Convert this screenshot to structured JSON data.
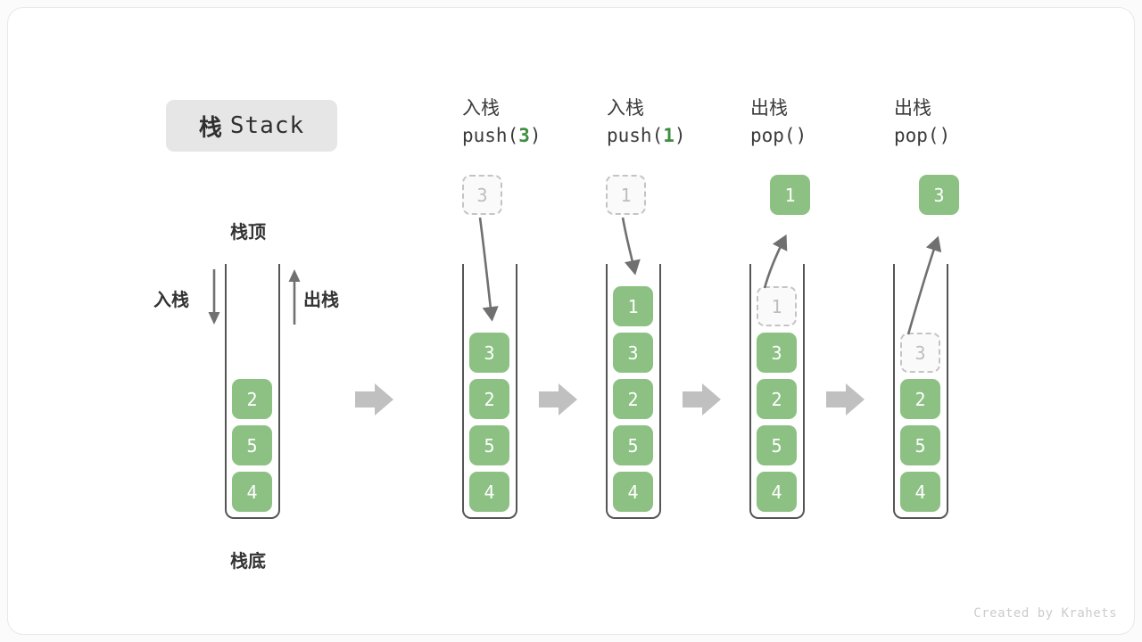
{
  "card": {
    "background": "#ffffff",
    "border_color": "#e8e8e8"
  },
  "title": {
    "cn": "栈",
    "en": "Stack",
    "badge_bg": "#e6e6e6"
  },
  "colors": {
    "cell_green": "#8cc183",
    "cell_text": "#ffffff",
    "ghost_border": "#c4c4c4",
    "ghost_text": "#bdbdbd",
    "frame_line": "#555555",
    "arrow_grey": "#c0c0c0",
    "motion_arrow": "#707070",
    "accent_green": "#3e8e41"
  },
  "left_stack": {
    "top_label": "栈顶",
    "bottom_label": "栈底",
    "push_label": "入栈",
    "pop_label": "出栈",
    "push_arrow_icon": "arrow-down-icon",
    "pop_arrow_icon": "arrow-up-icon",
    "cells": [
      "2",
      "5",
      "4"
    ]
  },
  "steps": [
    {
      "id": "push-3",
      "op_cn": "入栈",
      "fn_prefix": "push(",
      "fn_arg": "3",
      "fn_suffix": ")",
      "external_cell": {
        "value": "3",
        "style": "ghost",
        "position": "above"
      },
      "motion": "down-into-stack",
      "cells": [
        {
          "value": "3",
          "style": "solid"
        },
        {
          "value": "2",
          "style": "solid"
        },
        {
          "value": "5",
          "style": "solid"
        },
        {
          "value": "4",
          "style": "solid"
        }
      ]
    },
    {
      "id": "push-1",
      "op_cn": "入栈",
      "fn_prefix": "push(",
      "fn_arg": "1",
      "fn_suffix": ")",
      "external_cell": {
        "value": "1",
        "style": "ghost",
        "position": "above"
      },
      "motion": "down-into-stack",
      "cells": [
        {
          "value": "1",
          "style": "solid"
        },
        {
          "value": "3",
          "style": "solid"
        },
        {
          "value": "2",
          "style": "solid"
        },
        {
          "value": "5",
          "style": "solid"
        },
        {
          "value": "4",
          "style": "solid"
        }
      ]
    },
    {
      "id": "pop-1",
      "op_cn": "出栈",
      "fn_prefix": "pop(",
      "fn_arg": "",
      "fn_suffix": ")",
      "external_cell": {
        "value": "1",
        "style": "solid",
        "position": "above"
      },
      "motion": "up-out-of-stack",
      "cells": [
        {
          "value": "1",
          "style": "ghost"
        },
        {
          "value": "3",
          "style": "solid"
        },
        {
          "value": "2",
          "style": "solid"
        },
        {
          "value": "5",
          "style": "solid"
        },
        {
          "value": "4",
          "style": "solid"
        }
      ]
    },
    {
      "id": "pop-3",
      "op_cn": "出栈",
      "fn_prefix": "pop(",
      "fn_arg": "",
      "fn_suffix": ")",
      "external_cell": {
        "value": "3",
        "style": "solid",
        "position": "above"
      },
      "motion": "up-out-of-stack",
      "cells": [
        {
          "value": "",
          "style": "empty"
        },
        {
          "value": "3",
          "style": "ghost"
        },
        {
          "value": "2",
          "style": "solid"
        },
        {
          "value": "5",
          "style": "solid"
        },
        {
          "value": "4",
          "style": "solid"
        }
      ]
    }
  ],
  "transitions": [
    "flow-arrow",
    "flow-arrow",
    "flow-arrow",
    "flow-arrow"
  ],
  "credit": "Created by Krahets"
}
